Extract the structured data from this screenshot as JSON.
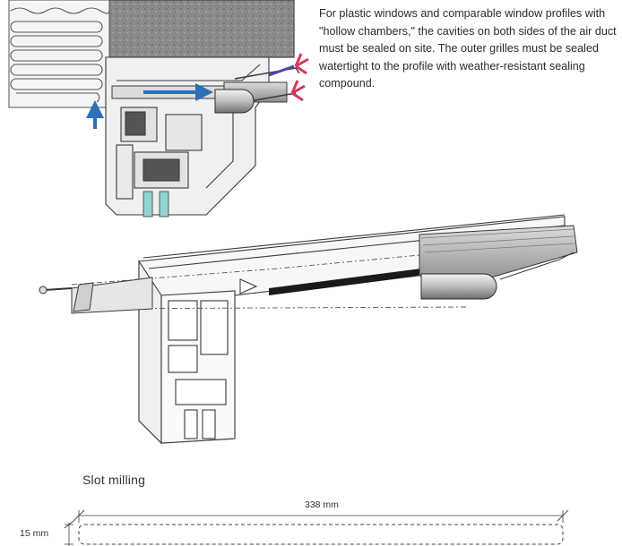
{
  "description": "For plastic windows and comparable window profiles with \"hollow chambers,\" the cavities on both sides of the air duct must be sealed on site. The outer grilles must be sealed watertight to the profile with weather-resistant sealing compound.",
  "slot_milling": {
    "title": "Slot milling",
    "length_label": "338 mm",
    "height_label": "15 mm"
  },
  "colors": {
    "profile_outline": "#3a3a3a",
    "airflow_arrow": "#2f6fb5",
    "seal_marker": "#d6385a",
    "glass": "#8fd6d6"
  }
}
